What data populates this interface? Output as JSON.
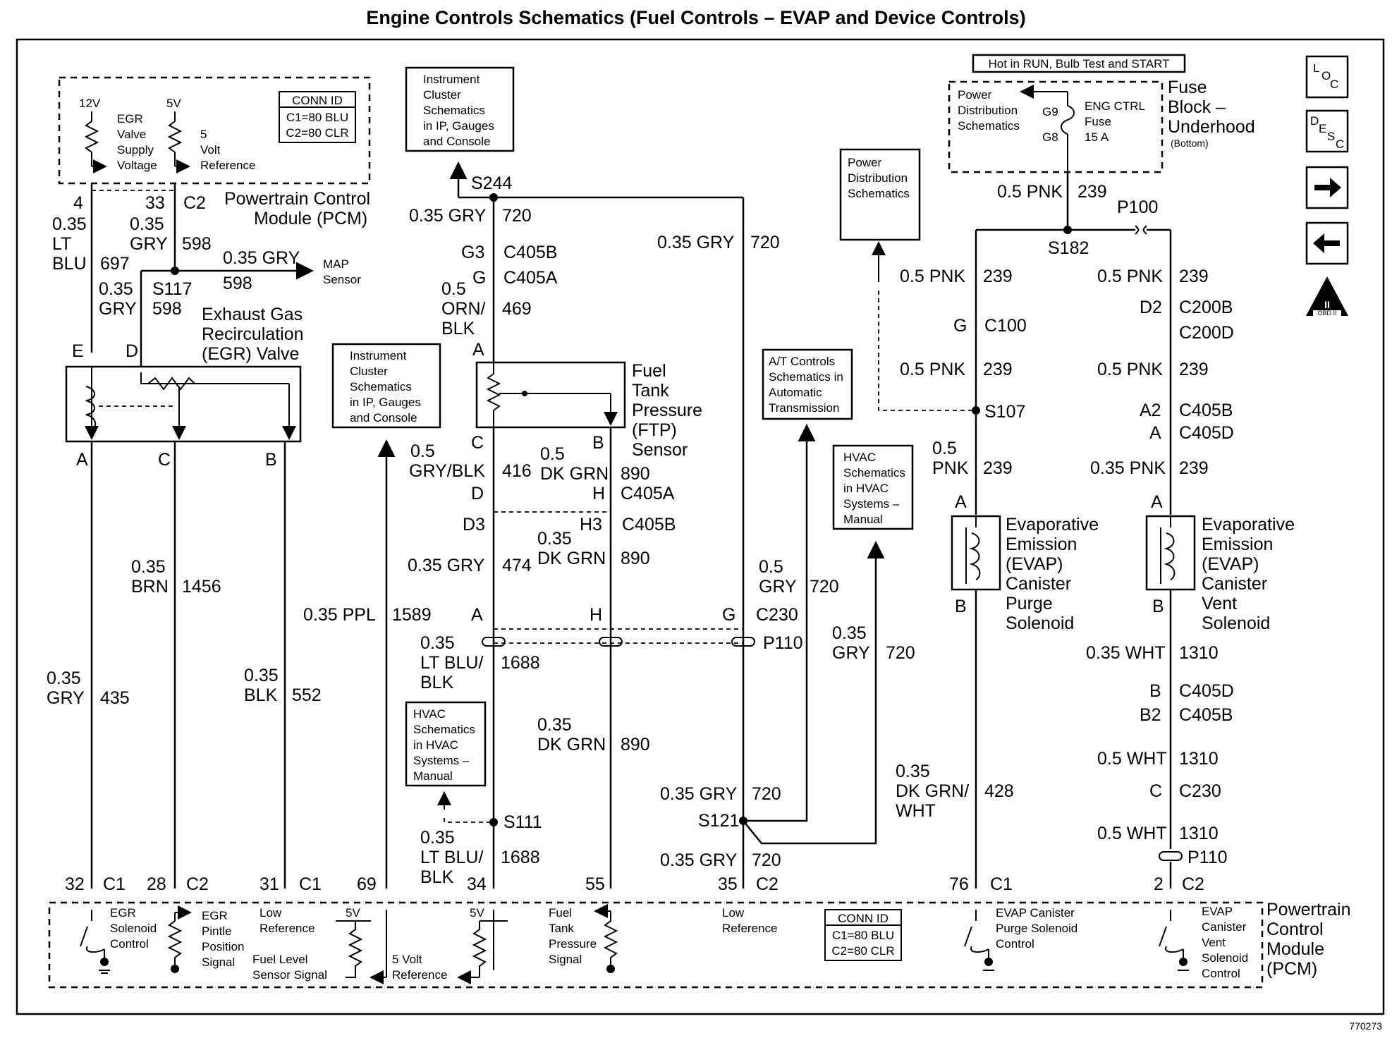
{
  "title": "Engine Controls Schematics (Fuel Controls – EVAP and Device Controls)",
  "figure_id": "770273",
  "nav_icons": [
    {
      "name": "loc-icon",
      "label": "LOC"
    },
    {
      "name": "desc-icon",
      "label": "DESC"
    },
    {
      "name": "next-arrow-icon",
      "label": "→"
    },
    {
      "name": "previous-arrow-icon",
      "label": "←"
    },
    {
      "name": "obd-ii-icon",
      "label": "OBD II"
    }
  ],
  "top_pcm": {
    "v12": "12V",
    "v5": "5V",
    "egr_supply": [
      "EGR",
      "Valve",
      "Supply",
      "Voltage"
    ],
    "ref5": [
      "5",
      "Volt",
      "Reference"
    ],
    "conn_id": [
      "CONN ID",
      "C1=80 BLU",
      "C2=80 CLR"
    ],
    "label": [
      "Powertrain Control",
      "Module (PCM)"
    ],
    "pin4": "4",
    "pin33": "33",
    "c2": "C2"
  },
  "egr_section": {
    "w1": [
      "0.35",
      "LT",
      "BLU",
      "697"
    ],
    "w2": [
      "0.35",
      "GRY",
      "598"
    ],
    "w3": [
      "0.35",
      "GRY",
      "598"
    ],
    "s117": "S117",
    "map_wire": [
      "0.35 GRY",
      "598"
    ],
    "map_sensor": [
      "MAP",
      "Sensor"
    ],
    "valve_label": [
      "Exhaust Gas",
      "Recirculation",
      "(EGR) Valve"
    ],
    "pins_top": [
      "E",
      "D"
    ],
    "pins_bottom": [
      "A",
      "C",
      "B"
    ],
    "w435": [
      "0.35",
      "GRY",
      "435"
    ],
    "w1456": [
      "0.35",
      "BRN",
      "1456"
    ],
    "w552": [
      "0.35",
      "BLK",
      "552"
    ]
  },
  "cluster_boxes": {
    "top": [
      "Instrument",
      "Cluster",
      "Schematics",
      "in IP, Gauges",
      "and Console"
    ],
    "mid": [
      "Instrument",
      "Cluster",
      "Schematics",
      "in IP, Gauges",
      "and Console"
    ]
  },
  "ftp_section": {
    "s244": "S244",
    "w720a": [
      "0.35 GRY",
      "720"
    ],
    "g3": "G3",
    "c405b": "C405B",
    "g": "G",
    "c405a": "C405A",
    "w469": [
      "0.5",
      "ORN/",
      "BLK",
      "469"
    ],
    "pinA": "A",
    "sensor_label": [
      "Fuel",
      "Tank",
      "Pressure",
      "(FTP)",
      "Sensor"
    ],
    "pinC": "C",
    "pinB": "B",
    "w416": [
      "0.5",
      "GRY/BLK",
      "416"
    ],
    "w890a": [
      "0.5",
      "DK GRN",
      "890"
    ],
    "pinD": "D",
    "pinH": "H",
    "c405a2": "C405A",
    "d3": "D3",
    "h3": "H3",
    "c405b2": "C405B",
    "w474": [
      "0.35 GRY",
      "474"
    ],
    "w890b": [
      "0.35",
      "DK GRN",
      "890"
    ],
    "w720b": [
      "0.35 GRY",
      "720"
    ],
    "w720c": [
      "0.5",
      "GRY",
      "720"
    ],
    "w1589": [
      "0.35 PPL",
      "1589"
    ],
    "pinA2": "A",
    "pinH2": "H",
    "pinG2": "G",
    "c230": "C230",
    "p110": "P110",
    "w1688a": [
      "0.35",
      "LT BLU/",
      "BLK",
      "1688"
    ],
    "w890c": [
      "0.35",
      "DK GRN",
      "890"
    ],
    "w720d": [
      "0.35",
      "GRY",
      "720"
    ],
    "s111": "S111",
    "s121": "S121",
    "w1688b": [
      "0.35",
      "LT BLU/",
      "BLK",
      "1688"
    ],
    "w720e": [
      "0.35 GRY",
      "720"
    ],
    "w720f": [
      "0.35 GRY",
      "720"
    ],
    "w428": [
      "0.35",
      "DK GRN/",
      "WHT",
      "428"
    ]
  },
  "hvac_boxes": {
    "left": [
      "HVAC",
      "Schematics",
      "in HVAC",
      "Systems –",
      "Manual"
    ],
    "right": [
      "HVAC",
      "Schematics",
      "in HVAC",
      "Systems –",
      "Manual"
    ]
  },
  "at_box": [
    "A/T Controls",
    "Schematics in",
    "Automatic",
    "Transmission"
  ],
  "power_box": [
    "Power",
    "Distribution",
    "Schematics"
  ],
  "fuse_block": {
    "hot": "Hot in RUN, Bulb Test and START",
    "power": [
      "Power",
      "Distribution",
      "Schematics"
    ],
    "g9": "G9",
    "g8": "G8",
    "fuse": [
      "ENG CTRL",
      "Fuse",
      "15 A"
    ],
    "label": [
      "Fuse",
      "Block –",
      "Underhood",
      "(Bottom)"
    ]
  },
  "evap_section": {
    "w239a": [
      "0.5 PNK",
      "239"
    ],
    "s182": "S182",
    "p100": "P100",
    "w239b": [
      "0.5 PNK",
      "239"
    ],
    "w239c": [
      "0.5 PNK",
      "239"
    ],
    "g": "G",
    "c100": "C100",
    "d2": "D2",
    "c200b": "C200B",
    "c200d": "C200D",
    "w239d": [
      "0.5 PNK",
      "239"
    ],
    "w239e": [
      "0.5 PNK",
      "239"
    ],
    "s107": "S107",
    "a2": "A2",
    "c405b": "C405B",
    "a": "A",
    "c405d": "C405D",
    "w239f": [
      "0.5",
      "PNK",
      "239"
    ],
    "w239g": [
      "0.35 PNK",
      "239"
    ],
    "pinA1": "A",
    "pinA2": "A",
    "pinB1": "B",
    "pinB2": "B",
    "purge_label": [
      "Evaporative",
      "Emission",
      "(EVAP)",
      "Canister",
      "Purge",
      "Solenoid"
    ],
    "vent_label": [
      "Evaporative",
      "Emission",
      "(EVAP)",
      "Canister",
      "Vent",
      "Solenoid"
    ],
    "w1310a": [
      "0.35 WHT",
      "1310"
    ],
    "b": "B",
    "c405d2": "C405D",
    "b2": "B2",
    "c405b2": "C405B",
    "w1310b": [
      "0.5 WHT",
      "1310"
    ],
    "c": "C",
    "c230": "C230",
    "w1310c": [
      "0.5 WHT",
      "1310"
    ],
    "p110": "P110"
  },
  "bottom_pcm": {
    "pins": [
      {
        "pin": "32",
        "conn": "C1"
      },
      {
        "pin": "28",
        "conn": "C2"
      },
      {
        "pin": "31",
        "conn": "C1"
      },
      {
        "pin": "69",
        "conn": ""
      },
      {
        "pin": "34",
        "conn": ""
      },
      {
        "pin": "55",
        "conn": ""
      },
      {
        "pin": "35",
        "conn": "C2"
      },
      {
        "pin": "76",
        "conn": "C1"
      },
      {
        "pin": "2",
        "conn": "C2"
      }
    ],
    "egr_solenoid": [
      "EGR",
      "Solenoid",
      "Control"
    ],
    "egr_pintle": [
      "EGR",
      "Pintle",
      "Position",
      "Signal"
    ],
    "low_ref1": [
      "Low",
      "Reference"
    ],
    "fuel_level": [
      "Fuel Level",
      "Sensor Signal"
    ],
    "v5a": "5V",
    "v5b": "5V",
    "ref5": [
      "5 Volt",
      "Reference"
    ],
    "ftp_signal": [
      "Fuel",
      "Tank",
      "Pressure",
      "Signal"
    ],
    "low_ref2": [
      "Low",
      "Reference"
    ],
    "conn_id": [
      "CONN ID",
      "C1=80 BLU",
      "C2=80 CLR"
    ],
    "evap_purge": [
      "EVAP Canister",
      "Purge Solenoid",
      "Control"
    ],
    "evap_vent": [
      "EVAP",
      "Canister",
      "Vent",
      "Solenoid",
      "Control"
    ],
    "label": [
      "Powertrain",
      "Control",
      "Module",
      "(PCM)"
    ]
  }
}
